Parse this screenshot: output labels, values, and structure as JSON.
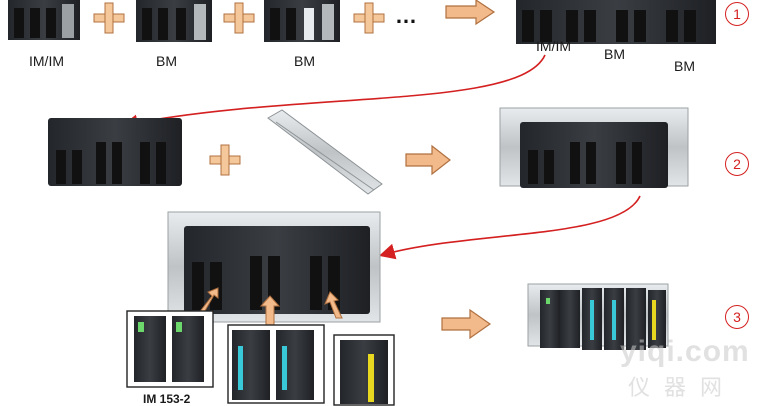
{
  "labels": {
    "top_im": "IM/IM",
    "top_bm1": "BM",
    "top_bm2": "BM",
    "assembled_im": "IM/IM",
    "assembled_bm1": "BM",
    "assembled_bm2": "BM",
    "im_module": "IM 153-2",
    "ellipsis": "…"
  },
  "steps": [
    "1",
    "2",
    "3"
  ],
  "watermark": {
    "latin": "yiqi.com",
    "cjk": "仪器网"
  },
  "colors": {
    "step_red": "#d42020",
    "arrow_fill": "#f2b98a",
    "arrow_stroke": "#b07040",
    "plus_fill": "#f4c89a",
    "module_dark": "#2a2d31",
    "rail": "#cfd2d4",
    "led_cyan": "#38c8d8",
    "led_yellow": "#e8d820",
    "led_green": "#6cd86c"
  }
}
